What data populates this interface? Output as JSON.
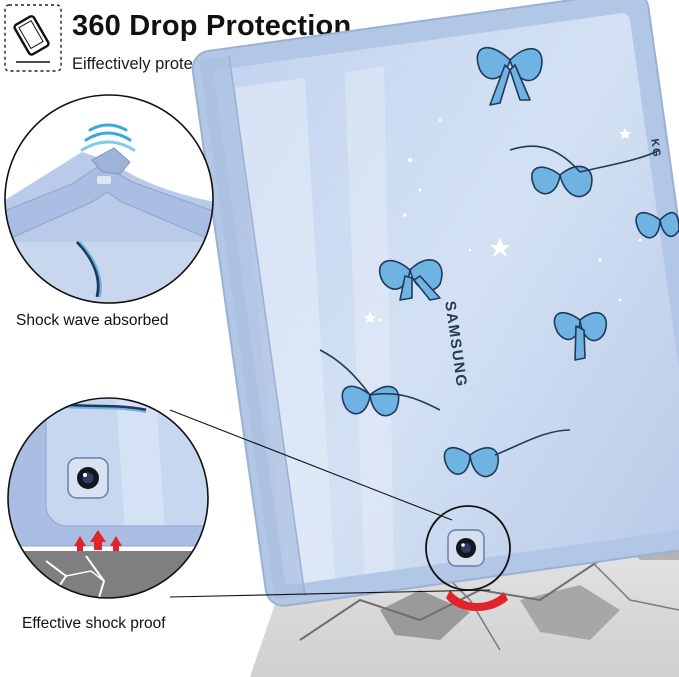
{
  "header": {
    "title": "360 Drop Protection",
    "subtitle": "Eiffectively protect your host and screen",
    "icon": "tablet-drop-icon"
  },
  "callouts": {
    "top": {
      "caption": "Shock wave absorbed",
      "icon": "corner-bumper-closeup"
    },
    "bottom": {
      "caption": "Effective shock proof",
      "icon": "camera-corner-closeup"
    }
  },
  "product": {
    "brand_print": "SAMSUNG",
    "edge_print": "KG"
  },
  "colors": {
    "case": "#b9cbe8",
    "case_dark": "#8fa6cc",
    "bow": "#6fb3e3",
    "bow_outline": "#1f3a5a",
    "impact": "#e0242b",
    "floor": "#7f7f7f"
  }
}
